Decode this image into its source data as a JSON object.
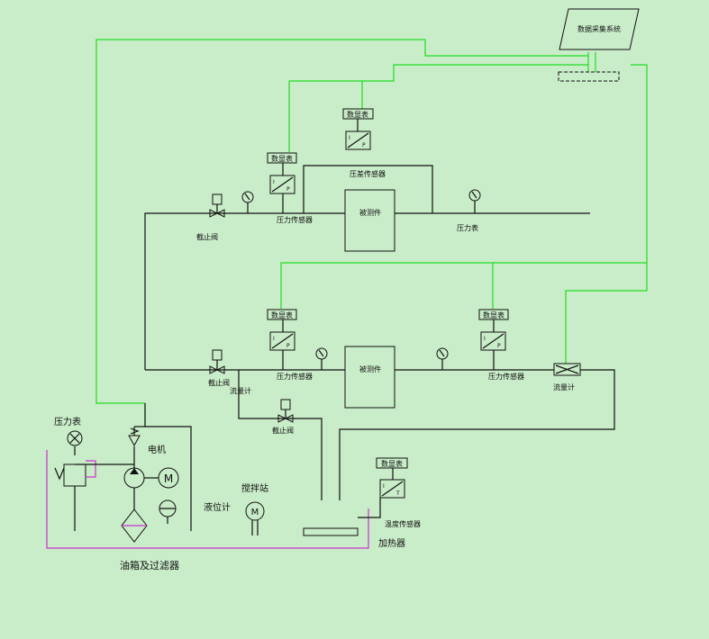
{
  "labels": {
    "data_acq": "数据采集系统",
    "display": "数显表",
    "diff_sensor": "压差传感器",
    "pressure_sensor": "压力传感器",
    "pressure_gauge": "压力表",
    "test_piece": "被测件",
    "stop_valve": "截止阀",
    "flowmeter": "流量计",
    "temp_sensor": "温度传感器",
    "heater": "加热器",
    "stir_station": "搅拌站",
    "level_gauge": "液位计",
    "motor": "电机",
    "tank_filter": "油箱及过滤器",
    "p": "P",
    "i": "I",
    "t": "T",
    "m": "M"
  },
  "colors": {
    "background": "#c9ecc9",
    "hydraulic": "#111111",
    "signal": "#22dd22",
    "tank": "#cc33cc"
  }
}
